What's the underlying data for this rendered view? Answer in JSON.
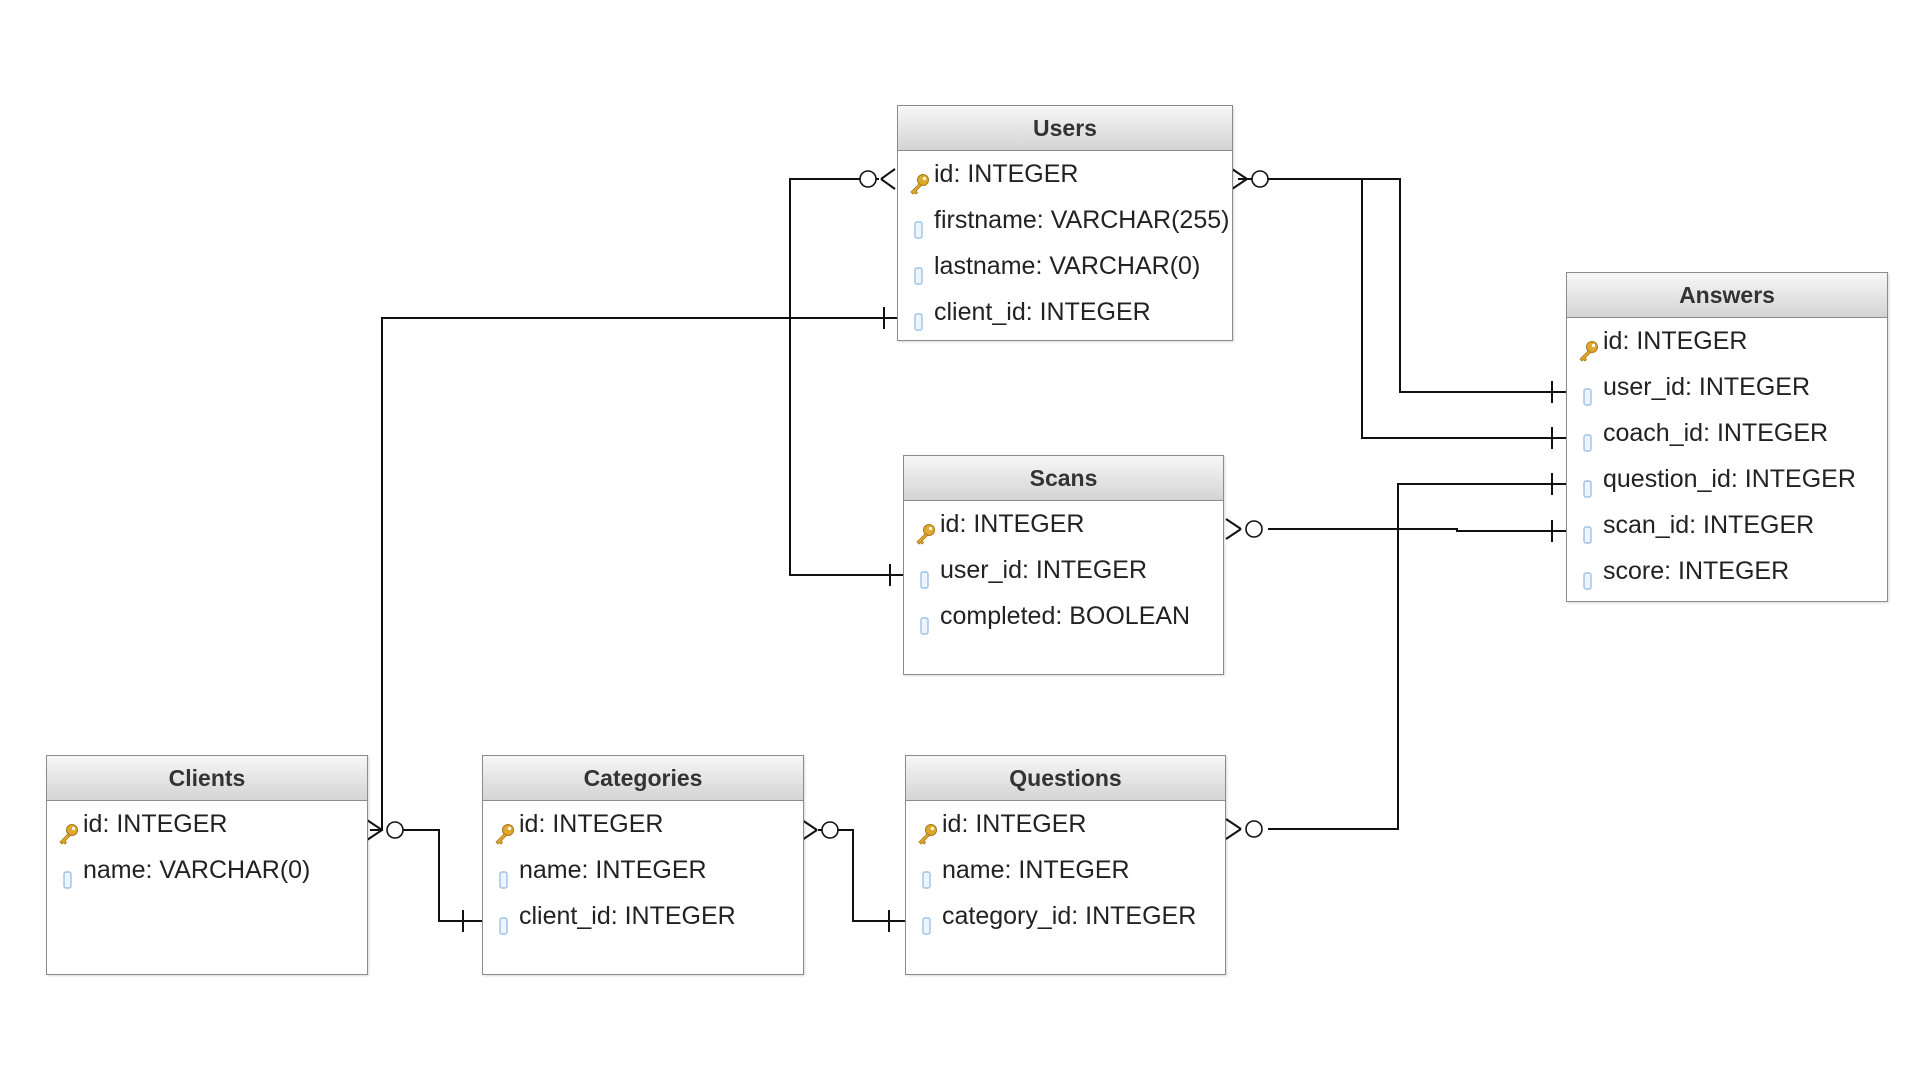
{
  "entities": {
    "users": {
      "title": "Users",
      "fields": [
        {
          "text": "id: INTEGER",
          "icon": "key-icon"
        },
        {
          "text": "firstname: VARCHAR(255)",
          "icon": "column-icon"
        },
        {
          "text": "lastname: VARCHAR(0)",
          "icon": "column-icon"
        },
        {
          "text": "client_id: INTEGER",
          "icon": "column-icon"
        }
      ]
    },
    "answers": {
      "title": "Answers",
      "fields": [
        {
          "text": "id: INTEGER",
          "icon": "key-icon"
        },
        {
          "text": "user_id: INTEGER",
          "icon": "column-icon"
        },
        {
          "text": "coach_id: INTEGER",
          "icon": "column-icon"
        },
        {
          "text": "question_id: INTEGER",
          "icon": "column-icon"
        },
        {
          "text": "scan_id: INTEGER",
          "icon": "column-icon"
        },
        {
          "text": "score: INTEGER",
          "icon": "column-icon"
        }
      ]
    },
    "scans": {
      "title": "Scans",
      "fields": [
        {
          "text": "id: INTEGER",
          "icon": "key-icon"
        },
        {
          "text": "user_id: INTEGER",
          "icon": "column-icon"
        },
        {
          "text": "completed: BOOLEAN",
          "icon": "column-icon"
        }
      ]
    },
    "clients": {
      "title": "Clients",
      "fields": [
        {
          "text": "id: INTEGER",
          "icon": "key-icon"
        },
        {
          "text": "name: VARCHAR(0)",
          "icon": "column-icon"
        }
      ]
    },
    "categories": {
      "title": "Categories",
      "fields": [
        {
          "text": "id: INTEGER",
          "icon": "key-icon"
        },
        {
          "text": "name: INTEGER",
          "icon": "column-icon"
        },
        {
          "text": "client_id: INTEGER",
          "icon": "column-icon"
        }
      ]
    },
    "questions": {
      "title": "Questions",
      "fields": [
        {
          "text": "id: INTEGER",
          "icon": "key-icon"
        },
        {
          "text": "name: INTEGER",
          "icon": "column-icon"
        },
        {
          "text": "category_id: INTEGER",
          "icon": "column-icon"
        }
      ]
    }
  },
  "relationships": [
    {
      "from": "users.client_id",
      "to": "clients.id",
      "from_end": "one",
      "to_end": "zero-or-many"
    },
    {
      "from": "scans.user_id",
      "to": "users.id",
      "from_end": "one",
      "to_end": "zero-or-many"
    },
    {
      "from": "answers.user_id",
      "to": "users.id",
      "from_end": "one",
      "to_end": "zero-or-many"
    },
    {
      "from": "answers.coach_id",
      "to": "users.id",
      "from_end": "one",
      "to_end": "zero-or-many"
    },
    {
      "from": "answers.scan_id",
      "to": "scans.id",
      "from_end": "one",
      "to_end": "zero-or-many"
    },
    {
      "from": "answers.question_id",
      "to": "questions.id",
      "from_end": "one",
      "to_end": "zero-or-many"
    },
    {
      "from": "categories.client_id",
      "to": "clients.id",
      "from_end": "one",
      "to_end": "zero-or-many"
    },
    {
      "from": "questions.category_id",
      "to": "categories.id",
      "from_end": "one",
      "to_end": "zero-or-many"
    }
  ],
  "colors": {
    "header_top": "#f7f7f7",
    "header_bottom": "#d4d4d4",
    "border": "#8c8c8c",
    "line": "#111111",
    "key": "#e0a82e",
    "column_icon": "#9cc3ea"
  }
}
